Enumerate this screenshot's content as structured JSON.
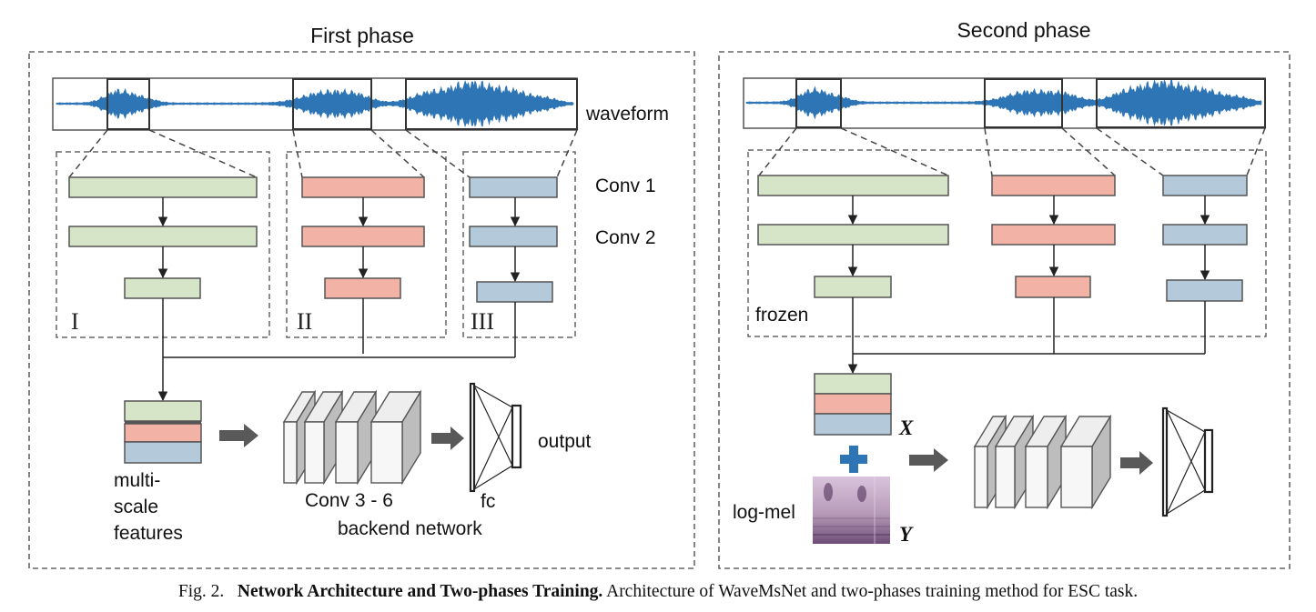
{
  "phases": {
    "first_title": "First phase",
    "second_title": "Second phase"
  },
  "labels": {
    "waveform": "waveform",
    "conv1": "Conv 1",
    "conv2": "Conv 2",
    "branch_1": "I",
    "branch_2": "II",
    "branch_3": "III",
    "multi_scale_1": "multi-",
    "multi_scale_2": "scale",
    "multi_scale_3": "features",
    "conv36": "Conv 3 - 6",
    "backend": "backend network",
    "fc": "fc",
    "output": "output",
    "frozen": "frozen",
    "log_mel": "log-mel",
    "x": "X",
    "y": "Y"
  },
  "caption": {
    "fig": "Fig. 2.",
    "bold": "Network Architecture and Two-phases Training.",
    "rest": "Architecture of WaveMsNet and two-phases training method for ESC task."
  },
  "colors": {
    "green": "#d6e4c7",
    "red": "#f2b3a6",
    "blue": "#b4c9d9",
    "wave": "#2e75b6",
    "plus": "#2e75b6",
    "arrow": "#595959",
    "frame": "#666666"
  }
}
